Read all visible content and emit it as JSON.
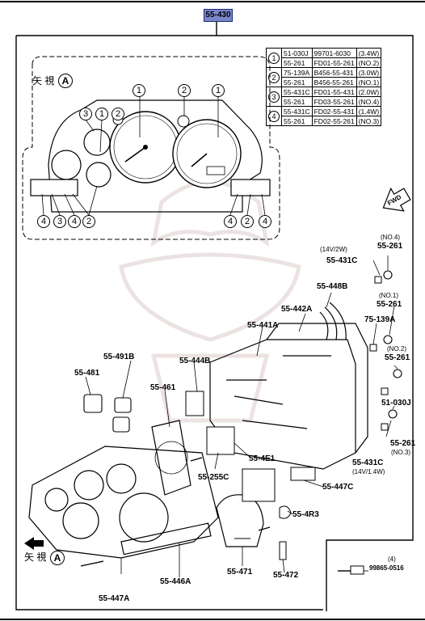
{
  "diagram": {
    "header_part": "55-430",
    "view_label": "矢 視",
    "view_marker": "A",
    "fwd_label": "FWD",
    "parts_table": [
      {
        "ref": "1",
        "rows": [
          [
            "51-030J",
            "99701-6030",
            "(3.4W)"
          ],
          [
            "55-261",
            "FD01-55-261",
            "(NO.2)"
          ]
        ]
      },
      {
        "ref": "2",
        "rows": [
          [
            "75-139A",
            "B456-55-431",
            "(3.0W)"
          ],
          [
            "55-261",
            "B456-55-261",
            "(NO.1)"
          ]
        ]
      },
      {
        "ref": "3",
        "rows": [
          [
            "55-431C",
            "FD01-55-431",
            "(2.0W)"
          ],
          [
            "55-261",
            "FD03-55-261",
            "(NO.4)"
          ]
        ]
      },
      {
        "ref": "4",
        "rows": [
          [
            "55-431C",
            "FD02-55-431",
            "(1.4W)"
          ],
          [
            "55-261",
            "FD02-55-261",
            "(NO.3)"
          ]
        ]
      }
    ],
    "detail_callouts_top": [
      "3",
      "1",
      "2",
      "1",
      "2",
      "1"
    ],
    "detail_callouts_bottom_left": [
      "4",
      "3",
      "4",
      "2"
    ],
    "detail_callouts_bottom_right": [
      "4",
      "2",
      "4"
    ],
    "labels": {
      "p55_431C_top_note": "(14V/2W)",
      "p55_431C_top": "55-431C",
      "no4": "(NO.4)",
      "p55_261_a": "55-261",
      "p55_448B": "55-448B",
      "no1": "(NO.1)",
      "p55_261_b": "55-261",
      "p55_442A": "55-442A",
      "p75_139A": "75-139A",
      "p55_441A": "55-441A",
      "no2": "(NO.2)",
      "p55_261_c": "55-261",
      "p55_491B": "55-491B",
      "p55_444B": "55-444B",
      "p55_481": "55-481",
      "p55_461": "55-461",
      "p51_030J": "51-030J",
      "p55_4E1": "55-4E1",
      "p55_261_d": "55-261",
      "no3": "(NO.3)",
      "p55_431C_bottom": "55-431C",
      "p55_431C_bottom_note": "(14V/1.4W)",
      "p55_255C": "55-255C",
      "p55_447C": "55-447C",
      "p55_4R3": "55-4R3",
      "p55_471": "55-471",
      "p55_472": "55-472",
      "p55_446A": "55-446A",
      "p55_447A": "55-447A",
      "ref4": "(4)",
      "p99865": "99865-0516"
    }
  }
}
